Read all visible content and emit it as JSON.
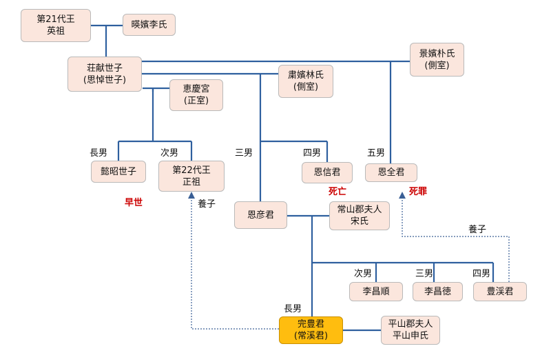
{
  "nodes": {
    "yeongjo": {
      "line1": "第21代王",
      "line2": "英祖"
    },
    "yeongbin": {
      "line1": "暎嬪李氏"
    },
    "sado": {
      "line1": "荘献世子",
      "line2": "(思悼世子)"
    },
    "gyeongbin": {
      "line1": "景嬪朴氏",
      "line2": "(側室)"
    },
    "hyegyeong": {
      "line1": "恵慶宮",
      "line2": "(正室)"
    },
    "sukbin": {
      "line1": "粛嬪林氏",
      "line2": "(側室)"
    },
    "uiso": {
      "line1": "懿昭世子"
    },
    "jeongjo": {
      "line1": "第22代王",
      "line2": "正祖"
    },
    "eunsin": {
      "line1": "恩信君"
    },
    "eunjeon": {
      "line1": "恩全君"
    },
    "euneon": {
      "line1": "恩彦君"
    },
    "sangsan": {
      "line1": "常山郡夫人",
      "line2": "宋氏"
    },
    "lee_changsun": {
      "line1": "李昌順"
    },
    "lee_changdeok": {
      "line1": "李昌徳"
    },
    "punggye": {
      "line1": "豊渓君"
    },
    "wanpung": {
      "line1": "完豊君",
      "line2": "(常溪君)"
    },
    "pyeongsan": {
      "line1": "平山郡夫人",
      "line2": "平山申氏"
    }
  },
  "labels": {
    "chonan": "長男",
    "jinan": "次男",
    "sannan": "三男",
    "yonnan": "四男",
    "gonan": "五男",
    "sansei": "早世",
    "shibo": "死亡",
    "shizai": "死罪",
    "yoshi_left": "養子",
    "yoshi_right": "養子",
    "jinan2": "次男",
    "sannan2": "三男",
    "yonnan2": "四男",
    "chonan2": "長男"
  },
  "colors": {
    "node_fill": "#fbe6dd",
    "highlight_fill": "#ffbd0f",
    "line": "#2e5f9e",
    "warning_text": "#cc0000"
  }
}
